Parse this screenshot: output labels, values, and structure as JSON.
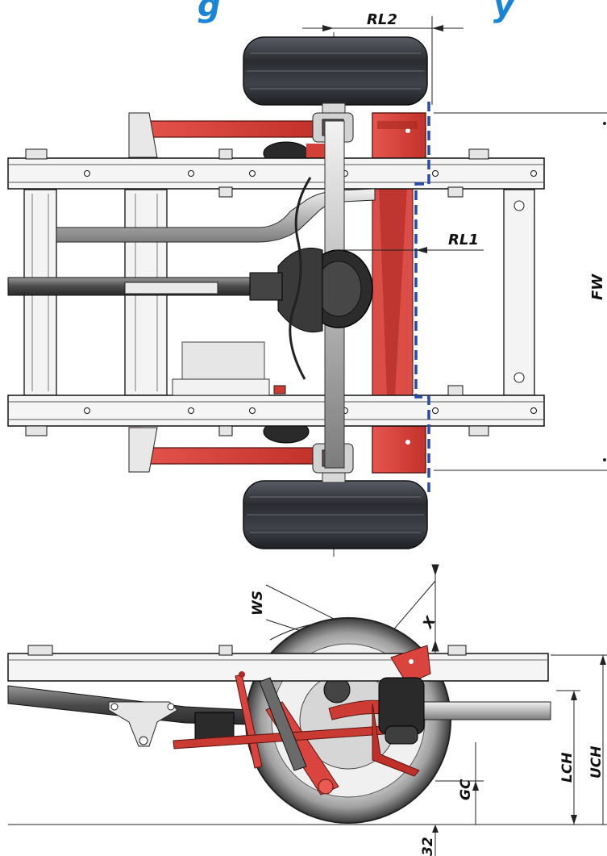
{
  "header": {
    "title_fragment": "g",
    "title_fragment_2": "y"
  },
  "labels": {
    "rl2": "RL2",
    "rl1": "RL1",
    "fw": "FW",
    "ws": "WS",
    "x": "X",
    "lch": "LCH",
    "uch": "UCH",
    "gc": "GC",
    "value_32": "32"
  },
  "colors": {
    "accent": "#e0403a",
    "accent_dark": "#a52a22",
    "dash_blue": "#2a4aa8",
    "title_blue": "#1a84d6",
    "frame": "#f2f2f2",
    "tire": "#2b2d33"
  }
}
